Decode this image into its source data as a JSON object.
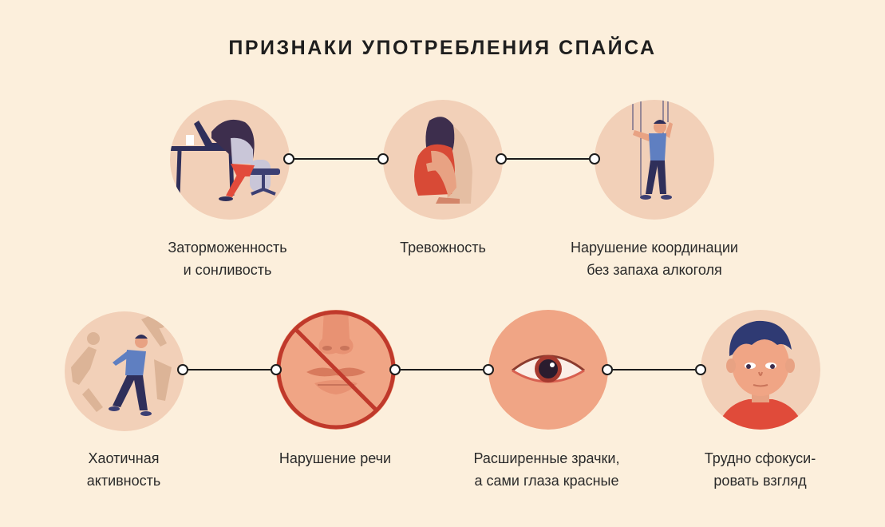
{
  "title": "ПРИЗНАКИ УПОТРЕБЛЕНИЯ СПАЙСА",
  "colors": {
    "background": "#fcefdc",
    "circle": "#f2d0b8",
    "accent_red": "#d84a36",
    "line": "#1b1b1b"
  },
  "signs_row1": [
    {
      "label": "Заторможенность\nи сонливость",
      "icon": "person-asleep-at-desk-illustration"
    },
    {
      "label": "Тревожность",
      "icon": "anxious-person-hugging-knees-illustration"
    },
    {
      "label": "Нарушение координации\nбез запаха алкоголя",
      "icon": "puppet-on-strings-illustration"
    }
  ],
  "signs_row2": [
    {
      "label": "Хаотичная\nактивность",
      "icon": "chaotic-running-person-illustration"
    },
    {
      "label": "Нарушение речи",
      "icon": "crossed-out-mouth-illustration"
    },
    {
      "label": "Расширенные зрачки,\nа сами глаза красные",
      "icon": "red-eye-dilated-pupil-illustration"
    },
    {
      "label": "Трудно сфокуси-\nровать взгляд",
      "icon": "unfocused-boy-face-illustration"
    }
  ]
}
